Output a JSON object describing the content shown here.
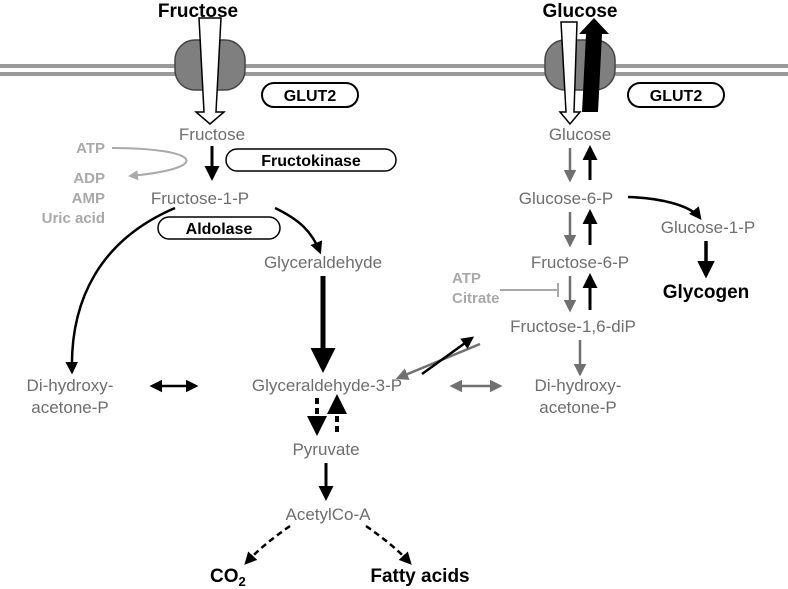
{
  "membrane": {
    "left_transporter": "GLUT2",
    "right_transporter": "GLUT2"
  },
  "fructose_pathway": {
    "extracellular": "Fructose",
    "intracellular": "Fructose",
    "fructose_1_p": "Fructose-1-P",
    "glyceraldehyde": "Glyceraldehyde",
    "dhap": [
      "Di-hydroxy-",
      "acetone-P"
    ],
    "enzyme_fructokinase": "Fructokinase",
    "enzyme_aldolase": "Aldolase",
    "atp": "ATP",
    "adp": "ADP",
    "amp": "AMP",
    "uric_acid": "Uric acid"
  },
  "glucose_pathway": {
    "extracellular": "Glucose",
    "intracellular": "Glucose",
    "glucose_6_p": "Glucose-6-P",
    "glucose_1_p": "Glucose-1-P",
    "glycogen": "Glycogen",
    "fructose_6_p": "Fructose-6-P",
    "fructose_16_dip": "Fructose-1,6-diP",
    "atp": "ATP",
    "citrate": "Citrate",
    "dhap": [
      "Di-hydroxy-",
      "acetone-P"
    ]
  },
  "common_pathway": {
    "g3p": "Glyceraldehyde-3-P",
    "pyruvate": "Pyruvate",
    "acetyl_coa": "AcetylCo-A",
    "co2": "CO",
    "co2_sub": "2",
    "fatty_acids": "Fatty acids"
  },
  "colors": {
    "metabolite_text": "#6e6e6e",
    "regulator_text": "#a9a9a9",
    "membrane": "#9a9a9a",
    "transporter": "#7f7f7f",
    "arrow_dark": "#000000",
    "arrow_gray": "#707070"
  }
}
